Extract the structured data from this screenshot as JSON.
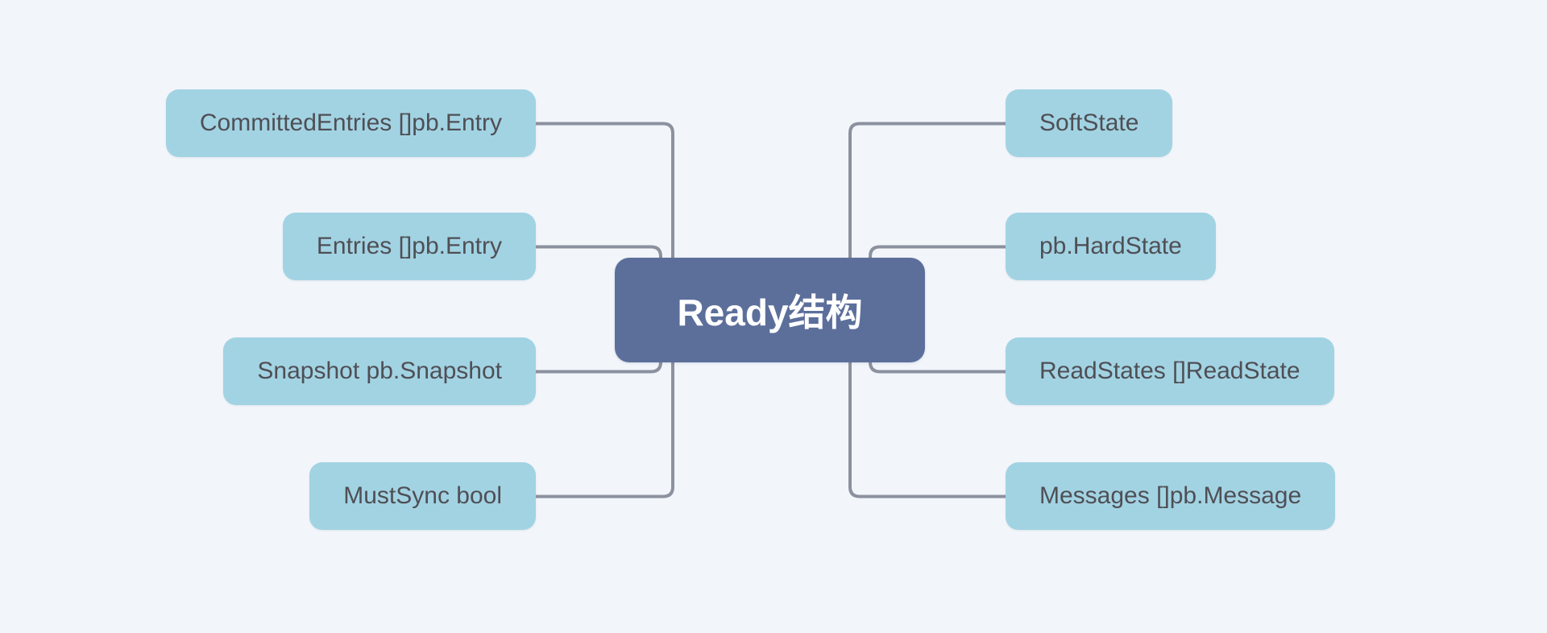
{
  "diagram": {
    "type": "mindmap",
    "center_node": {
      "label": "Ready结构"
    },
    "left_nodes": [
      {
        "label": "CommittedEntries []pb.Entry"
      },
      {
        "label": "Entries []pb.Entry"
      },
      {
        "label": "Snapshot pb.Snapshot"
      },
      {
        "label": "MustSync bool"
      }
    ],
    "right_nodes": [
      {
        "label": "SoftState"
      },
      {
        "label": "pb.HardState"
      },
      {
        "label": "ReadStates []ReadState"
      },
      {
        "label": "Messages []pb.Message"
      }
    ],
    "theme": {
      "background": "#f2f6fb",
      "node_fill": "#a2d3e3",
      "node_text": "#4f4f55",
      "center_fill": "#5c6f9b",
      "center_text": "#ffffff",
      "connector": "#8b919e"
    }
  }
}
